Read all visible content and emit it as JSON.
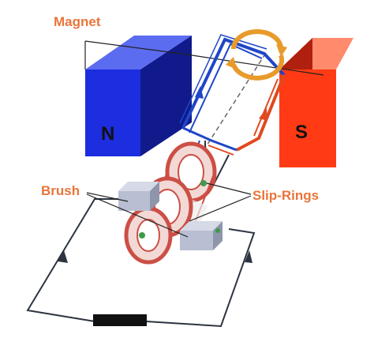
{
  "labels": {
    "magnet": "Magnet",
    "brush": "Brush",
    "slip_rings": "Slip-Rings"
  },
  "poles": {
    "north": "N",
    "south": "S"
  },
  "colors": {
    "north_pole": "#1d2de0",
    "south_pole": "#ff3a14",
    "label_text": "#e8753a",
    "rotation_arrow": "#e89a2a",
    "coil_blue": "#1f46c8",
    "coil_red": "#e04a20",
    "slip_ring": "#cc4f45",
    "brush": "#b9bfd2",
    "circuit_wire": "#2c3440",
    "load": "#111111"
  },
  "icons": {
    "rotation": "rotation-arrow-icon",
    "current_direction": "arrowhead-icon"
  }
}
